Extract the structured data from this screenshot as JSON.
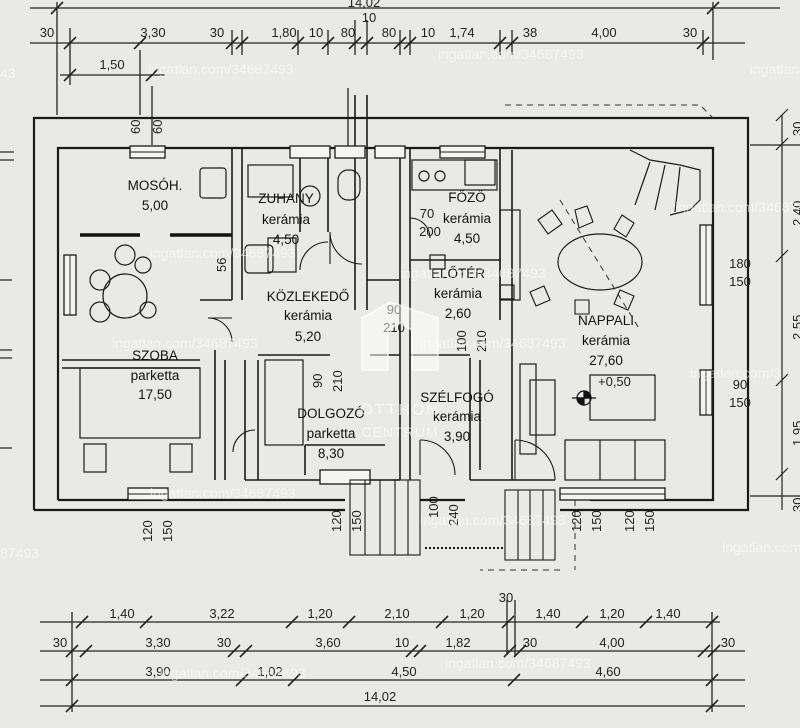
{
  "top_dimensions": {
    "overall": "14,02",
    "row1": [
      "30",
      "3,30",
      "30",
      "1,80",
      "10",
      "80",
      "10",
      "80",
      "10",
      "1,74",
      "38",
      "4,00",
      "30"
    ],
    "row2": [
      "1,50"
    ]
  },
  "left_side": {
    "window_labels": [
      "60",
      "60"
    ]
  },
  "right_side": {
    "labels": [
      "30",
      "2,40",
      "2,55",
      "1,95",
      "30"
    ]
  },
  "rooms": {
    "moso": {
      "name": "MOSÓH.",
      "area": "5,00"
    },
    "zuhany": {
      "name": "ZUHANY",
      "finish": "kerámia",
      "area": "4,50"
    },
    "fozo": {
      "name": "FŐZŐ",
      "finish": "kerámia",
      "area": "4,50"
    },
    "kozleked": {
      "name": "KÖZLEKEDŐ",
      "finish": "kerámia",
      "area": "5,20"
    },
    "eloter": {
      "name": "ELŐTÉR",
      "finish": "kerámia",
      "area": "2,60"
    },
    "nappali": {
      "name": "NAPPALI",
      "finish": "kerámia",
      "area": "27,60"
    },
    "szoba": {
      "name": "SZOBA",
      "finish": "parketta",
      "area": "17,50"
    },
    "dolgozo": {
      "name": "DOLGOZÓ",
      "finish": "parketta",
      "area": "8,30"
    },
    "szelfogo": {
      "name": "SZÉLFOGÓ",
      "finish": "kerámia",
      "area": "3,90"
    }
  },
  "openings": {
    "d_70_200": [
      "70",
      "200"
    ],
    "d_90_210_a": [
      "90",
      "210"
    ],
    "d_100_210": [
      "100",
      "210"
    ],
    "d_90_210_b": [
      "90",
      "210"
    ],
    "w_180_150": [
      "180",
      "150"
    ],
    "w_90_150": [
      "90",
      "150"
    ],
    "w_120_150_a": [
      "120",
      "150"
    ],
    "w_120_150_b": [
      "120",
      "150"
    ],
    "w_100_240": [
      "100",
      "240"
    ],
    "w_120_150_c": [
      "120",
      "150"
    ],
    "w_120_150_d": [
      "120",
      "150"
    ],
    "small_56": "56",
    "level": "+0,50"
  },
  "bottom_dimensions": {
    "row1": [
      "1,40",
      "3,22",
      "1,20",
      "2,10",
      "1,20",
      "1,40",
      "1,20",
      "1,40"
    ],
    "row1_extra": "30",
    "row2": [
      "30",
      "3,30",
      "30",
      "3,60",
      "10",
      "1,82",
      "30",
      "4,00",
      "30"
    ],
    "row3": [
      "3,90",
      "1,02",
      "4,50",
      "4,60"
    ],
    "overall": "14,02"
  },
  "watermark": {
    "site": "ingatlan.com/34687493",
    "site_short": "ingatlan.com",
    "fragments": [
      "43",
      "87493",
      "ingatlan.com/3"
    ],
    "brand_top": "OTTHON",
    "brand_bottom": "CENTRUM"
  }
}
